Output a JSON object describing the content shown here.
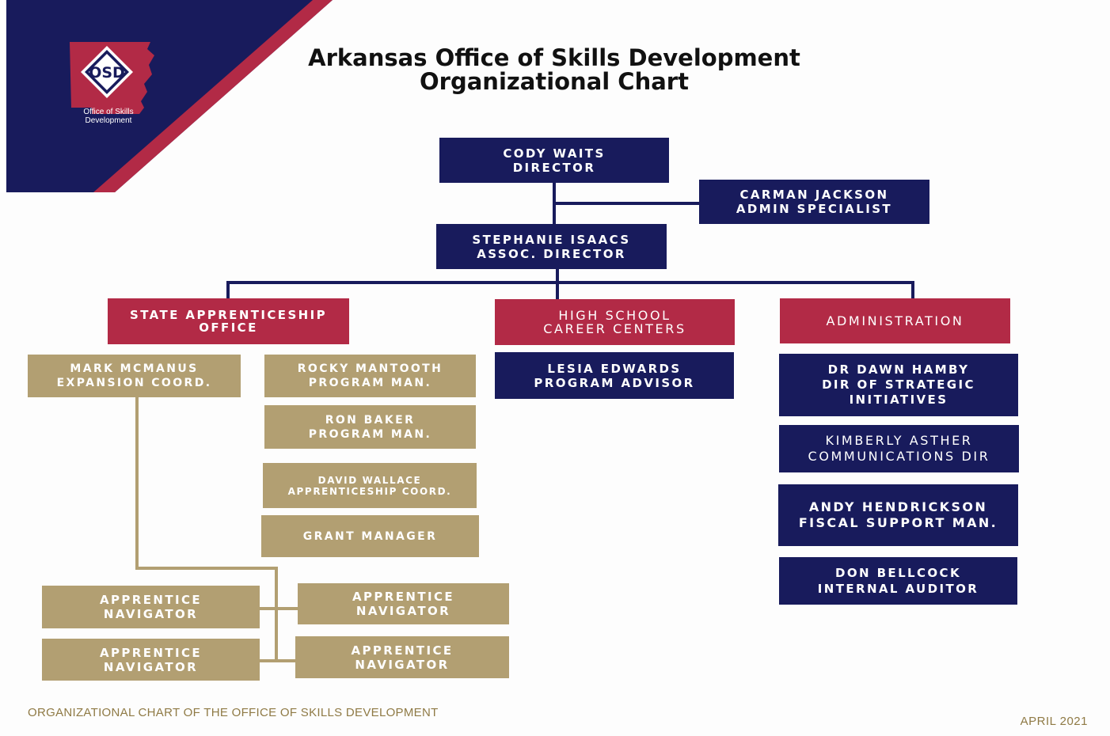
{
  "logo": {
    "abbr": "OSD",
    "caption_line1": "Office of Skills",
    "caption_line2": "Development"
  },
  "title": {
    "line1": "Arkansas Office of Skills Development",
    "line2": "Organizational Chart"
  },
  "nodes": {
    "director": {
      "name": "Cody Waits",
      "role": "Director"
    },
    "admin_specialist": {
      "name": "Carman Jackson",
      "role": "Admin Specialist"
    },
    "assoc_director": {
      "name": "Stephanie Isaacs",
      "role": "Assoc. Director"
    },
    "dept_apprenticeship": {
      "line1": "State Apprenticeship",
      "line2": "Office"
    },
    "dept_high_school": {
      "line1": "High School",
      "line2": "Career Centers"
    },
    "dept_administration": {
      "line1": "Administration"
    },
    "mark": {
      "name": "Mark McManus",
      "role": "Expansion Coord."
    },
    "rocky": {
      "name": "Rocky Mantooth",
      "role": "Program Man."
    },
    "ron": {
      "name": "Ron Baker",
      "role": "Program Man."
    },
    "david": {
      "name": "David Wallace",
      "role": "Apprenticeship Coord."
    },
    "grant": {
      "line1": "Grant Manager"
    },
    "navigators": [
      {
        "line1": "Apprentice",
        "line2": "Navigator"
      },
      {
        "line1": "Apprentice",
        "line2": "Navigator"
      },
      {
        "line1": "Apprentice",
        "line2": "Navigator"
      },
      {
        "line1": "Apprentice",
        "line2": "Navigator"
      }
    ],
    "lesia": {
      "name": "Lesia Edwards",
      "role": "Program Advisor"
    },
    "dawn": {
      "name": "Dr Dawn Hamby",
      "role1": "Dir of Strategic",
      "role2": "Initiatives"
    },
    "kimberly": {
      "name": "Kimberly Asther",
      "role": "Communications Dir"
    },
    "andy": {
      "name": "Andy Hendrickson",
      "role": "Fiscal Support Man."
    },
    "don": {
      "name": "Don Bellcock",
      "role": "Internal Auditor"
    }
  },
  "colors": {
    "navy": "#181b5c",
    "red": "#b22a46",
    "tan": "#b29f72",
    "footer": "#8f7a45"
  },
  "footer": {
    "left": "ORGANIZATIONAL CHART OF THE OFFICE OF SKILLS DEVELOPMENT",
    "right": "APRIL 2021"
  }
}
